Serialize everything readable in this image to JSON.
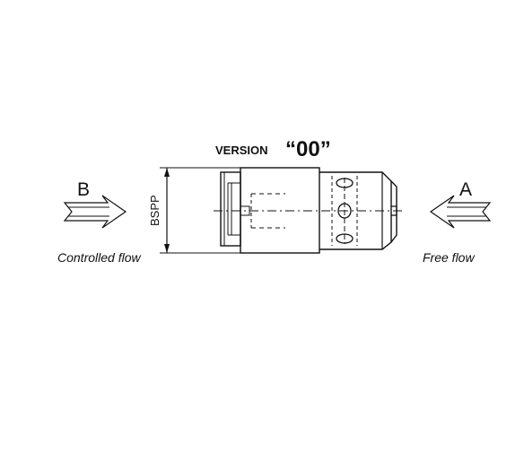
{
  "title": {
    "version_label": "VERSION",
    "version_code": "“00”"
  },
  "ports": {
    "left_letter": "B",
    "right_letter": "A"
  },
  "flows": {
    "left_caption": "Controlled flow",
    "right_caption": "Free flow"
  },
  "dimension": {
    "thread_label": "BSPP"
  },
  "colors": {
    "line": "#111111",
    "background": "#ffffff"
  },
  "icons": {
    "left_arrow": "arrow-right-icon",
    "right_arrow": "arrow-left-icon"
  }
}
